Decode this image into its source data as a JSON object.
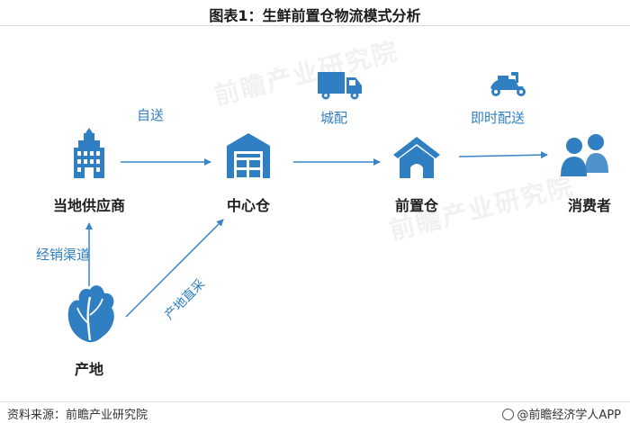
{
  "title": "图表1：生鲜前置仓物流模式分析",
  "colors": {
    "icon_blue": "#2f7fc2",
    "arrow_blue": "#3a86c8",
    "label_blue": "#2f7fc2"
  },
  "nodes": {
    "local_supplier": {
      "label": "当地供应商",
      "icon": "building-icon"
    },
    "central_warehouse": {
      "label": "中心仓",
      "icon": "warehouse-icon"
    },
    "front_warehouse": {
      "label": "前置仓",
      "icon": "house-icon"
    },
    "consumer": {
      "label": "消费者",
      "icon": "people-icon"
    },
    "origin": {
      "label": "产地",
      "icon": "vegetable-icon"
    }
  },
  "edges": {
    "self_delivery": "自送",
    "city_delivery": "城配",
    "instant_delivery": "即时配送",
    "distribution_channel": "经销渠道",
    "direct_purchase": "产地直采"
  },
  "watermark": "前瞻产业研究院",
  "footer": {
    "source": "资料来源：前瞻产业研究院",
    "brand": "@前瞻经济学人APP"
  }
}
